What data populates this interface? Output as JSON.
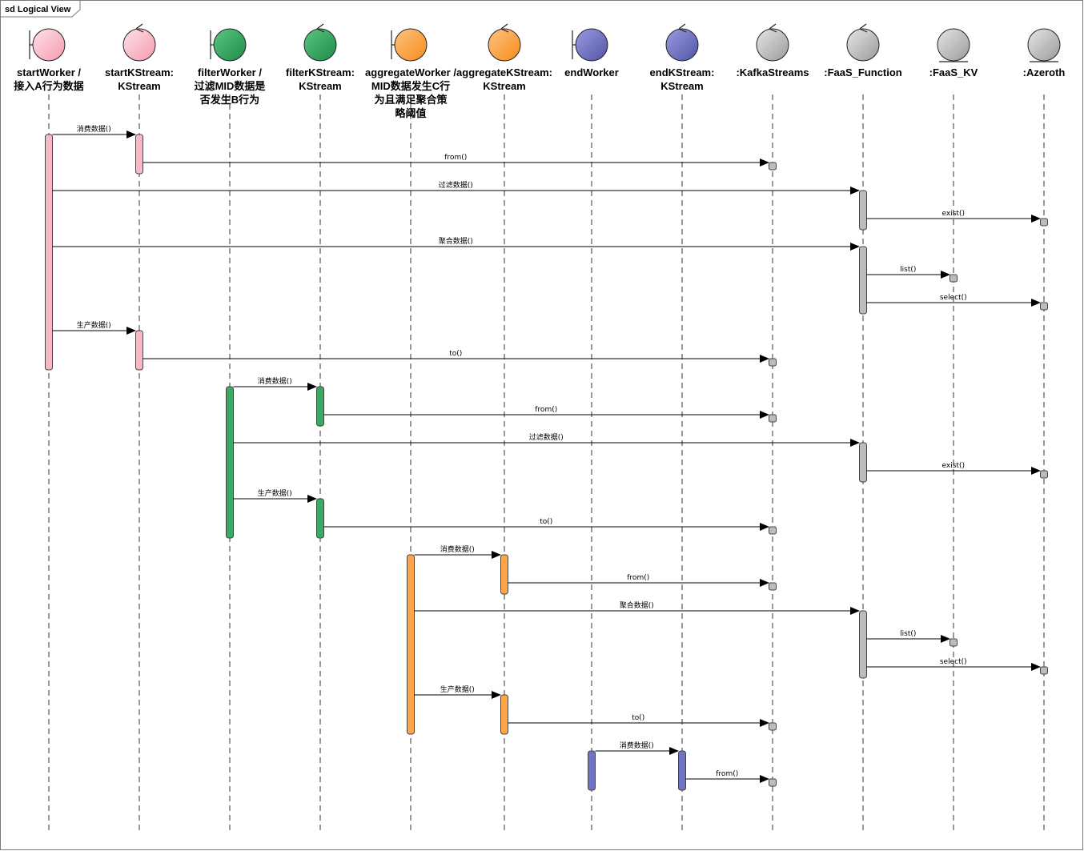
{
  "frame": {
    "title": "sd Logical View"
  },
  "colors": {
    "pink": "#f9b8c6",
    "pink_light": "#ffc6d2",
    "green": "#3daa64",
    "orange": "#ffa64a",
    "purple": "#7174c4",
    "gray": "#bcbcbc",
    "line": "#000000"
  },
  "participants": [
    {
      "id": "startWorker",
      "kind": "boundary",
      "color": "pink",
      "label_lines": [
        "startWorker /",
        "接入A行为数据"
      ]
    },
    {
      "id": "startKStream",
      "kind": "control",
      "color": "pink",
      "label_lines": [
        "startKStream:",
        "KStream"
      ]
    },
    {
      "id": "filterWorker",
      "kind": "boundary",
      "color": "green",
      "label_lines": [
        "filterWorker /",
        "过滤MID数据是",
        "否发生B行为"
      ]
    },
    {
      "id": "filterKStream",
      "kind": "control",
      "color": "green",
      "label_lines": [
        "filterKStream:",
        "KStream"
      ]
    },
    {
      "id": "aggregateWorker",
      "kind": "boundary",
      "color": "orange",
      "label_lines": [
        "aggregateWorker /",
        "MID数据发生C行",
        "为且满足聚合策",
        "略阈值"
      ]
    },
    {
      "id": "aggregateKStream",
      "kind": "control",
      "color": "orange",
      "label_lines": [
        "aggregateKStream:",
        "KStream"
      ]
    },
    {
      "id": "endWorker",
      "kind": "boundary",
      "color": "purple",
      "label_lines": [
        "endWorker"
      ]
    },
    {
      "id": "endKStream",
      "kind": "control",
      "color": "purple",
      "label_lines": [
        "endKStream:",
        "KStream"
      ]
    },
    {
      "id": "kafkaStreams",
      "kind": "control",
      "color": "gray",
      "label_lines": [
        ":KafkaStreams"
      ]
    },
    {
      "id": "faasFunction",
      "kind": "control",
      "color": "gray",
      "label_lines": [
        ":FaaS_Function"
      ]
    },
    {
      "id": "faasKV",
      "kind": "entity",
      "color": "gray",
      "label_lines": [
        ":FaaS_KV"
      ]
    },
    {
      "id": "azeroth",
      "kind": "entity",
      "color": "gray",
      "label_lines": [
        ":Azeroth"
      ]
    }
  ],
  "messages": [
    {
      "from": "startWorker",
      "to": "startKStream",
      "label": "消费数据()"
    },
    {
      "from": "startKStream",
      "to": "kafkaStreams",
      "label": "from()"
    },
    {
      "from": "startWorker",
      "to": "faasFunction",
      "label": "过滤数据()"
    },
    {
      "from": "faasFunction",
      "to": "azeroth",
      "label": "exist()"
    },
    {
      "from": "startWorker",
      "to": "faasFunction",
      "label": "聚合数据()"
    },
    {
      "from": "faasFunction",
      "to": "faasKV",
      "label": "list()"
    },
    {
      "from": "faasFunction",
      "to": "azeroth",
      "label": "select()"
    },
    {
      "from": "startWorker",
      "to": "startKStream",
      "label": "生产数据()"
    },
    {
      "from": "startKStream",
      "to": "kafkaStreams",
      "label": "to()"
    },
    {
      "from": "filterWorker",
      "to": "filterKStream",
      "label": "消费数据()"
    },
    {
      "from": "filterKStream",
      "to": "kafkaStreams",
      "label": "from()"
    },
    {
      "from": "filterWorker",
      "to": "faasFunction",
      "label": "过滤数据()"
    },
    {
      "from": "faasFunction",
      "to": "azeroth",
      "label": "exist()"
    },
    {
      "from": "filterWorker",
      "to": "filterKStream",
      "label": "生产数据()"
    },
    {
      "from": "filterKStream",
      "to": "kafkaStreams",
      "label": "to()"
    },
    {
      "from": "aggregateWorker",
      "to": "aggregateKStream",
      "label": "消费数据()"
    },
    {
      "from": "aggregateKStream",
      "to": "kafkaStreams",
      "label": "from()"
    },
    {
      "from": "aggregateWorker",
      "to": "faasFunction",
      "label": "聚合数据()"
    },
    {
      "from": "faasFunction",
      "to": "faasKV",
      "label": "list()"
    },
    {
      "from": "faasFunction",
      "to": "azeroth",
      "label": "select()"
    },
    {
      "from": "aggregateWorker",
      "to": "aggregateKStream",
      "label": "生产数据()"
    },
    {
      "from": "aggregateKStream",
      "to": "kafkaStreams",
      "label": "to()"
    },
    {
      "from": "endWorker",
      "to": "endKStream",
      "label": "消费数据()"
    },
    {
      "from": "endKStream",
      "to": "kafkaStreams",
      "label": "from()"
    }
  ],
  "activations": [
    {
      "participant": "startWorker",
      "color": "pink"
    },
    {
      "participant": "startKStream",
      "color": "pink"
    },
    {
      "participant": "faasFunction",
      "color": "gray"
    },
    {
      "participant": "faasFunction",
      "color": "gray"
    },
    {
      "participant": "startKStream",
      "color": "pink"
    },
    {
      "participant": "filterWorker",
      "color": "green"
    },
    {
      "participant": "filterKStream",
      "color": "green"
    },
    {
      "participant": "faasFunction",
      "color": "gray"
    },
    {
      "participant": "filterKStream",
      "color": "green"
    },
    {
      "participant": "aggregateWorker",
      "color": "orange"
    },
    {
      "participant": "aggregateKStream",
      "color": "orange"
    },
    {
      "participant": "faasFunction",
      "color": "gray"
    },
    {
      "participant": "aggregateKStream",
      "color": "orange"
    },
    {
      "participant": "endWorker",
      "color": "purple"
    },
    {
      "participant": "endKStream",
      "color": "purple"
    }
  ]
}
